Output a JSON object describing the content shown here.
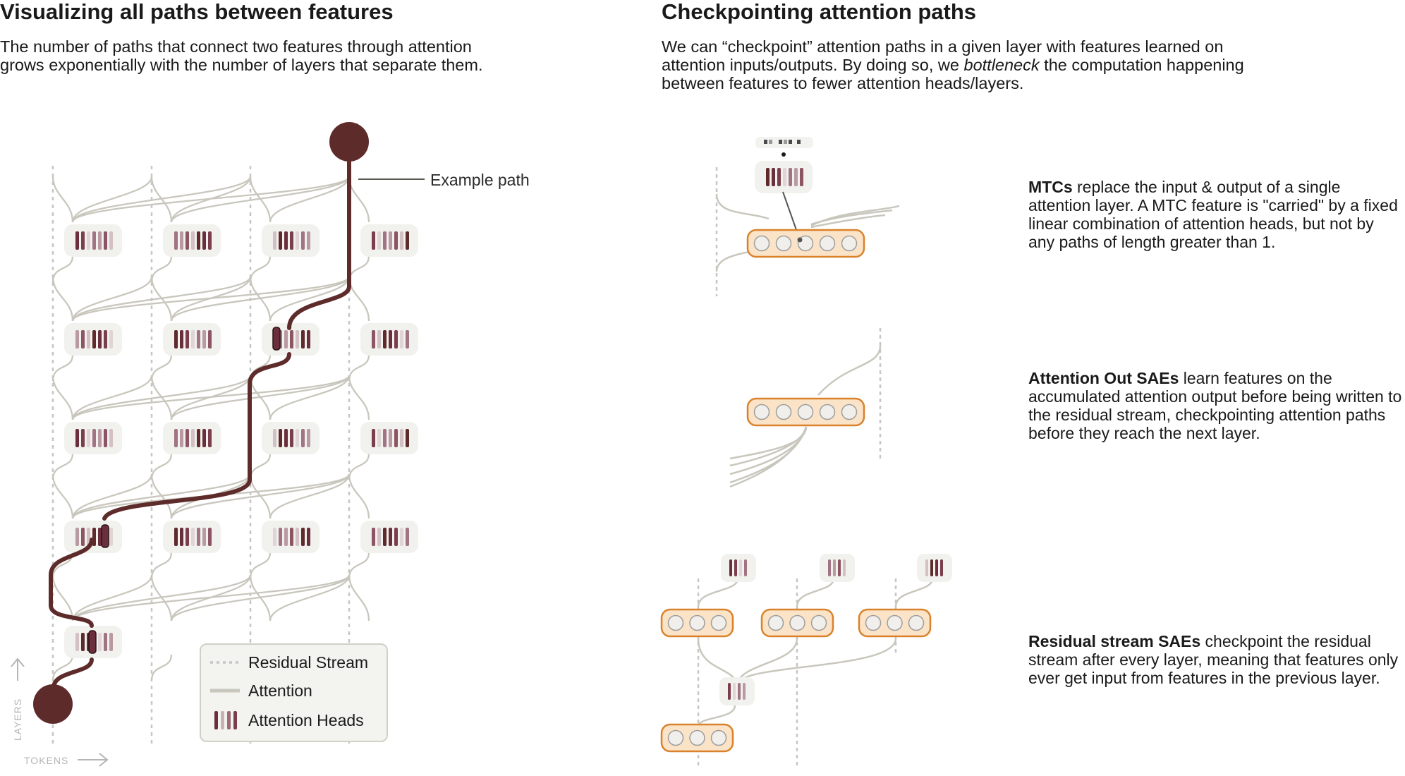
{
  "left": {
    "title": "Visualizing all paths between features",
    "intro": "The number of paths that connect two features through attention grows exponentially with the number of layers that separate them.",
    "example_label": "Example path",
    "axis": {
      "layers": "LAYERS",
      "tokens": "TOKENS"
    },
    "legend": {
      "residual": "Residual Stream",
      "attention": "Attention",
      "heads": "Attention Heads"
    }
  },
  "right": {
    "title": "Checkpointing attention paths",
    "intro_before": "We can “checkpoint” attention paths in a given layer with features learned on attention inputs/outputs. By doing so, we ",
    "intro_em": "bottleneck",
    "intro_after": " the computation happening between features to fewer attention heads/layers.",
    "mtc": {
      "bold": "MTCs",
      "text": " replace the input & output of a single attention layer. A MTC feature is \"carried\" by a fixed linear combination of attention heads, but not by any paths of length greater than 1."
    },
    "attn_out": {
      "bold": "Attention Out SAEs",
      "text": " learn features on the accumulated attention output before being written to the residual stream, checkpointing attention paths before they reach the next layer."
    },
    "resid": {
      "bold": "Residual stream SAEs",
      "text": " checkpoint the residual stream after every layer, meaning that features only ever get input from features in the previous layer."
    }
  },
  "colors": {
    "path": "#5e2b2b",
    "attention": "#c9c7bd",
    "residual": "#c6c6c6",
    "sae_fill": "#fbe3c8",
    "sae_stroke": "#d9822b"
  }
}
